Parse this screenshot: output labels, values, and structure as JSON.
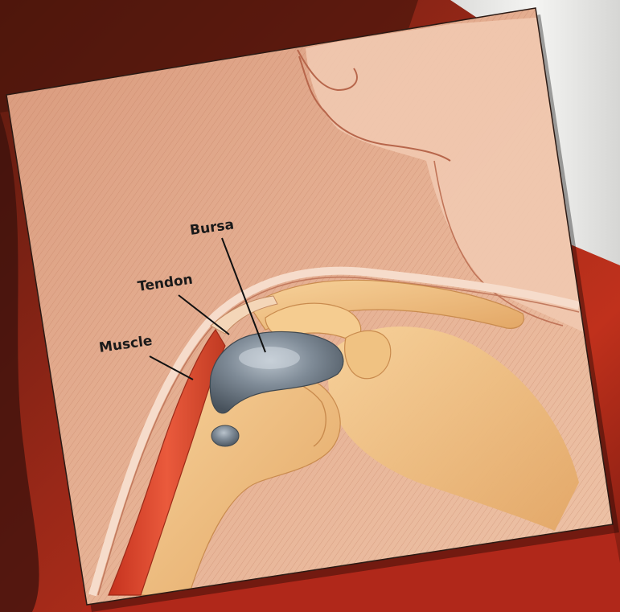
{
  "diagram": {
    "labels": {
      "bursa": "Bursa",
      "tendon": "Tendon",
      "muscle": "Muscle"
    },
    "colors": {
      "background_red": "#8a1d12",
      "background_dark": "#3b120c",
      "paper_white": "#eeeeec",
      "skin": "#e3a98b",
      "skin_light": "#f0c6ab",
      "bone": "#f2c489",
      "muscle": "#d9432a",
      "bursa": "#7c8794",
      "label_text": "#1a1a1a"
    }
  }
}
